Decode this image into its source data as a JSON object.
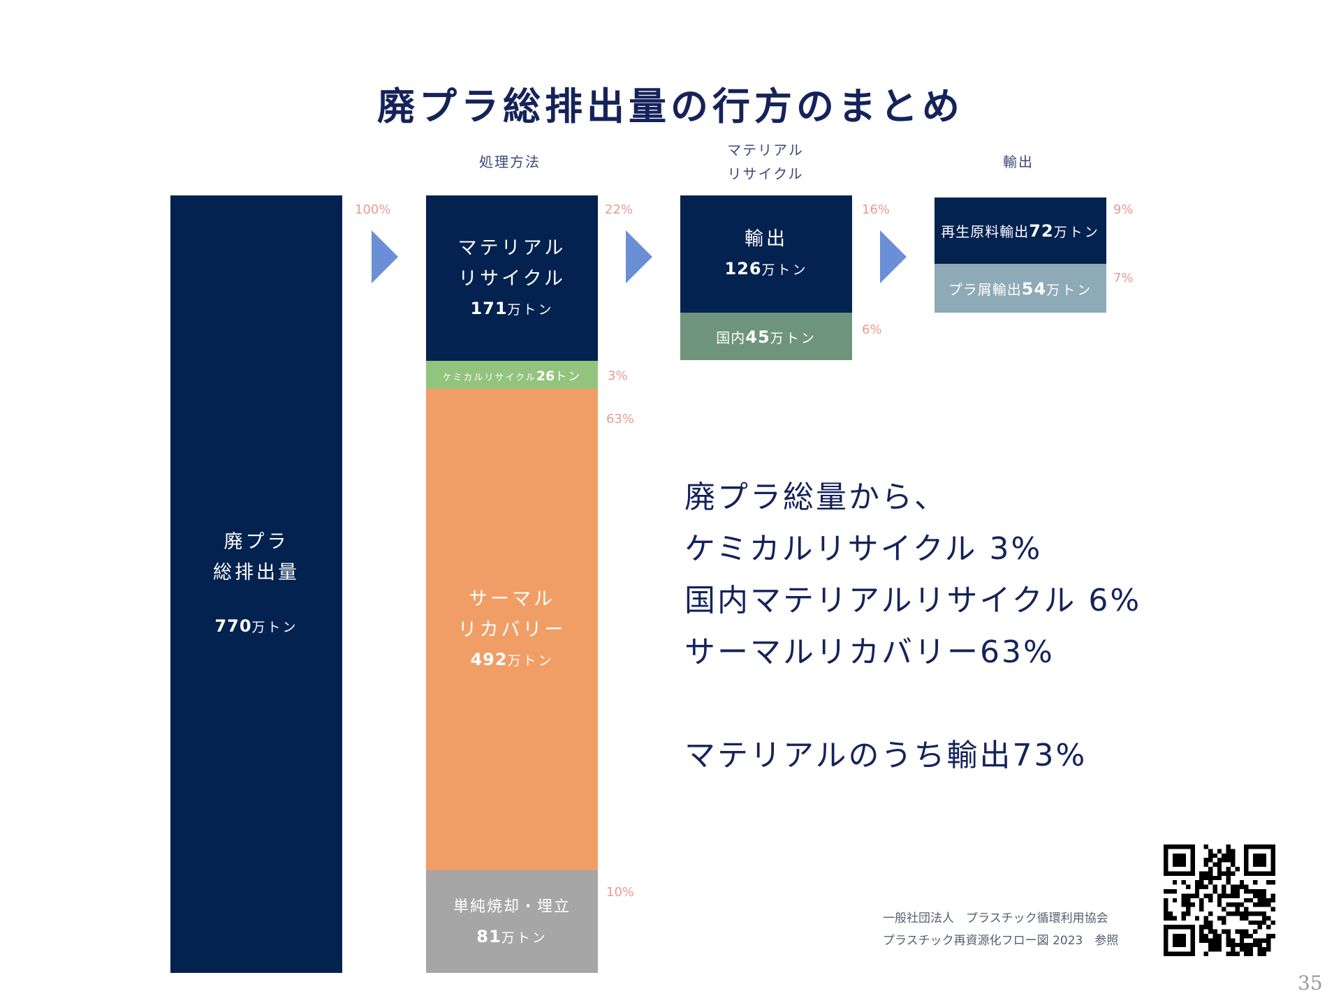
{
  "title": "廃プラ総排出量の行方のまとめ",
  "column_headers": {
    "treatment": "処理方法",
    "material_line1": "マテリアル",
    "material_line2": "リサイクル",
    "export": "輸出"
  },
  "total": {
    "label_line1": "廃プラ",
    "label_line2": "総排出量",
    "amount": "770",
    "unit": "万トン",
    "pct": "100%"
  },
  "treatment": {
    "material": {
      "line1": "マテリアル",
      "line2": "リサイクル",
      "amount": "171",
      "unit": "万トン",
      "pct": "22%"
    },
    "chemical": {
      "label": "ケミカルリサイクル",
      "amount": "26",
      "unit": "トン",
      "pct": "3%"
    },
    "thermal": {
      "line1": "サーマル",
      "line2": "リカバリー",
      "amount": "492",
      "unit": "万トン",
      "pct": "63%"
    },
    "landfill": {
      "label": "単純焼却・埋立",
      "amount": "81",
      "unit": "万トン",
      "pct": "10%"
    }
  },
  "material": {
    "export": {
      "label": "輸出",
      "amount": "126",
      "unit": "万トン",
      "pct": "16%"
    },
    "domestic": {
      "label": "国内",
      "amount": "45",
      "unit": "万トン",
      "pct": "6%"
    }
  },
  "export": {
    "recycled": {
      "label": "再生原料輸出",
      "amount": "72",
      "unit": "万トン",
      "pct": "9%"
    },
    "waste": {
      "label": "プラ屑輸出",
      "amount": "54",
      "unit": "万トン",
      "pct": "7%"
    }
  },
  "summary": {
    "line1": "廃プラ総量から、",
    "line2": "ケミカルリサイクル 3%",
    "line3": "国内マテリアルリサイクル 6%",
    "line4": "サーマルリカバリー63%",
    "line5": "マテリアルのうち輸出73%"
  },
  "source": {
    "line1": "一般社団法人　プラスチック循環利用協会",
    "line2": "プラスチック再資源化フロー図 2023　参照"
  },
  "page_number": "35",
  "colors": {
    "navy": "#04224f",
    "green": "#93c47d",
    "orange": "#f09e66",
    "gray": "#a6a6a6",
    "sage": "#6f947c",
    "steel": "#8eaab6",
    "arrow": "#6b8fd6",
    "pct": "#e99a94"
  },
  "icons": [
    "arrow-right-icon",
    "qr-code-icon"
  ]
}
